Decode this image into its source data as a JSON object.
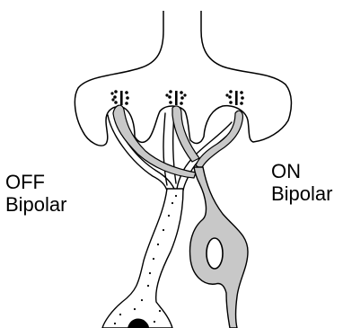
{
  "labels": {
    "off": {
      "line1": "OFF",
      "line2": "Bipolar"
    },
    "on": {
      "line1": "ON",
      "line2": "Bipolar"
    }
  },
  "colors": {
    "stroke": "#000000",
    "cell_fill": "#ffffff",
    "on_bipolar_fill": "#c8c8c8"
  }
}
